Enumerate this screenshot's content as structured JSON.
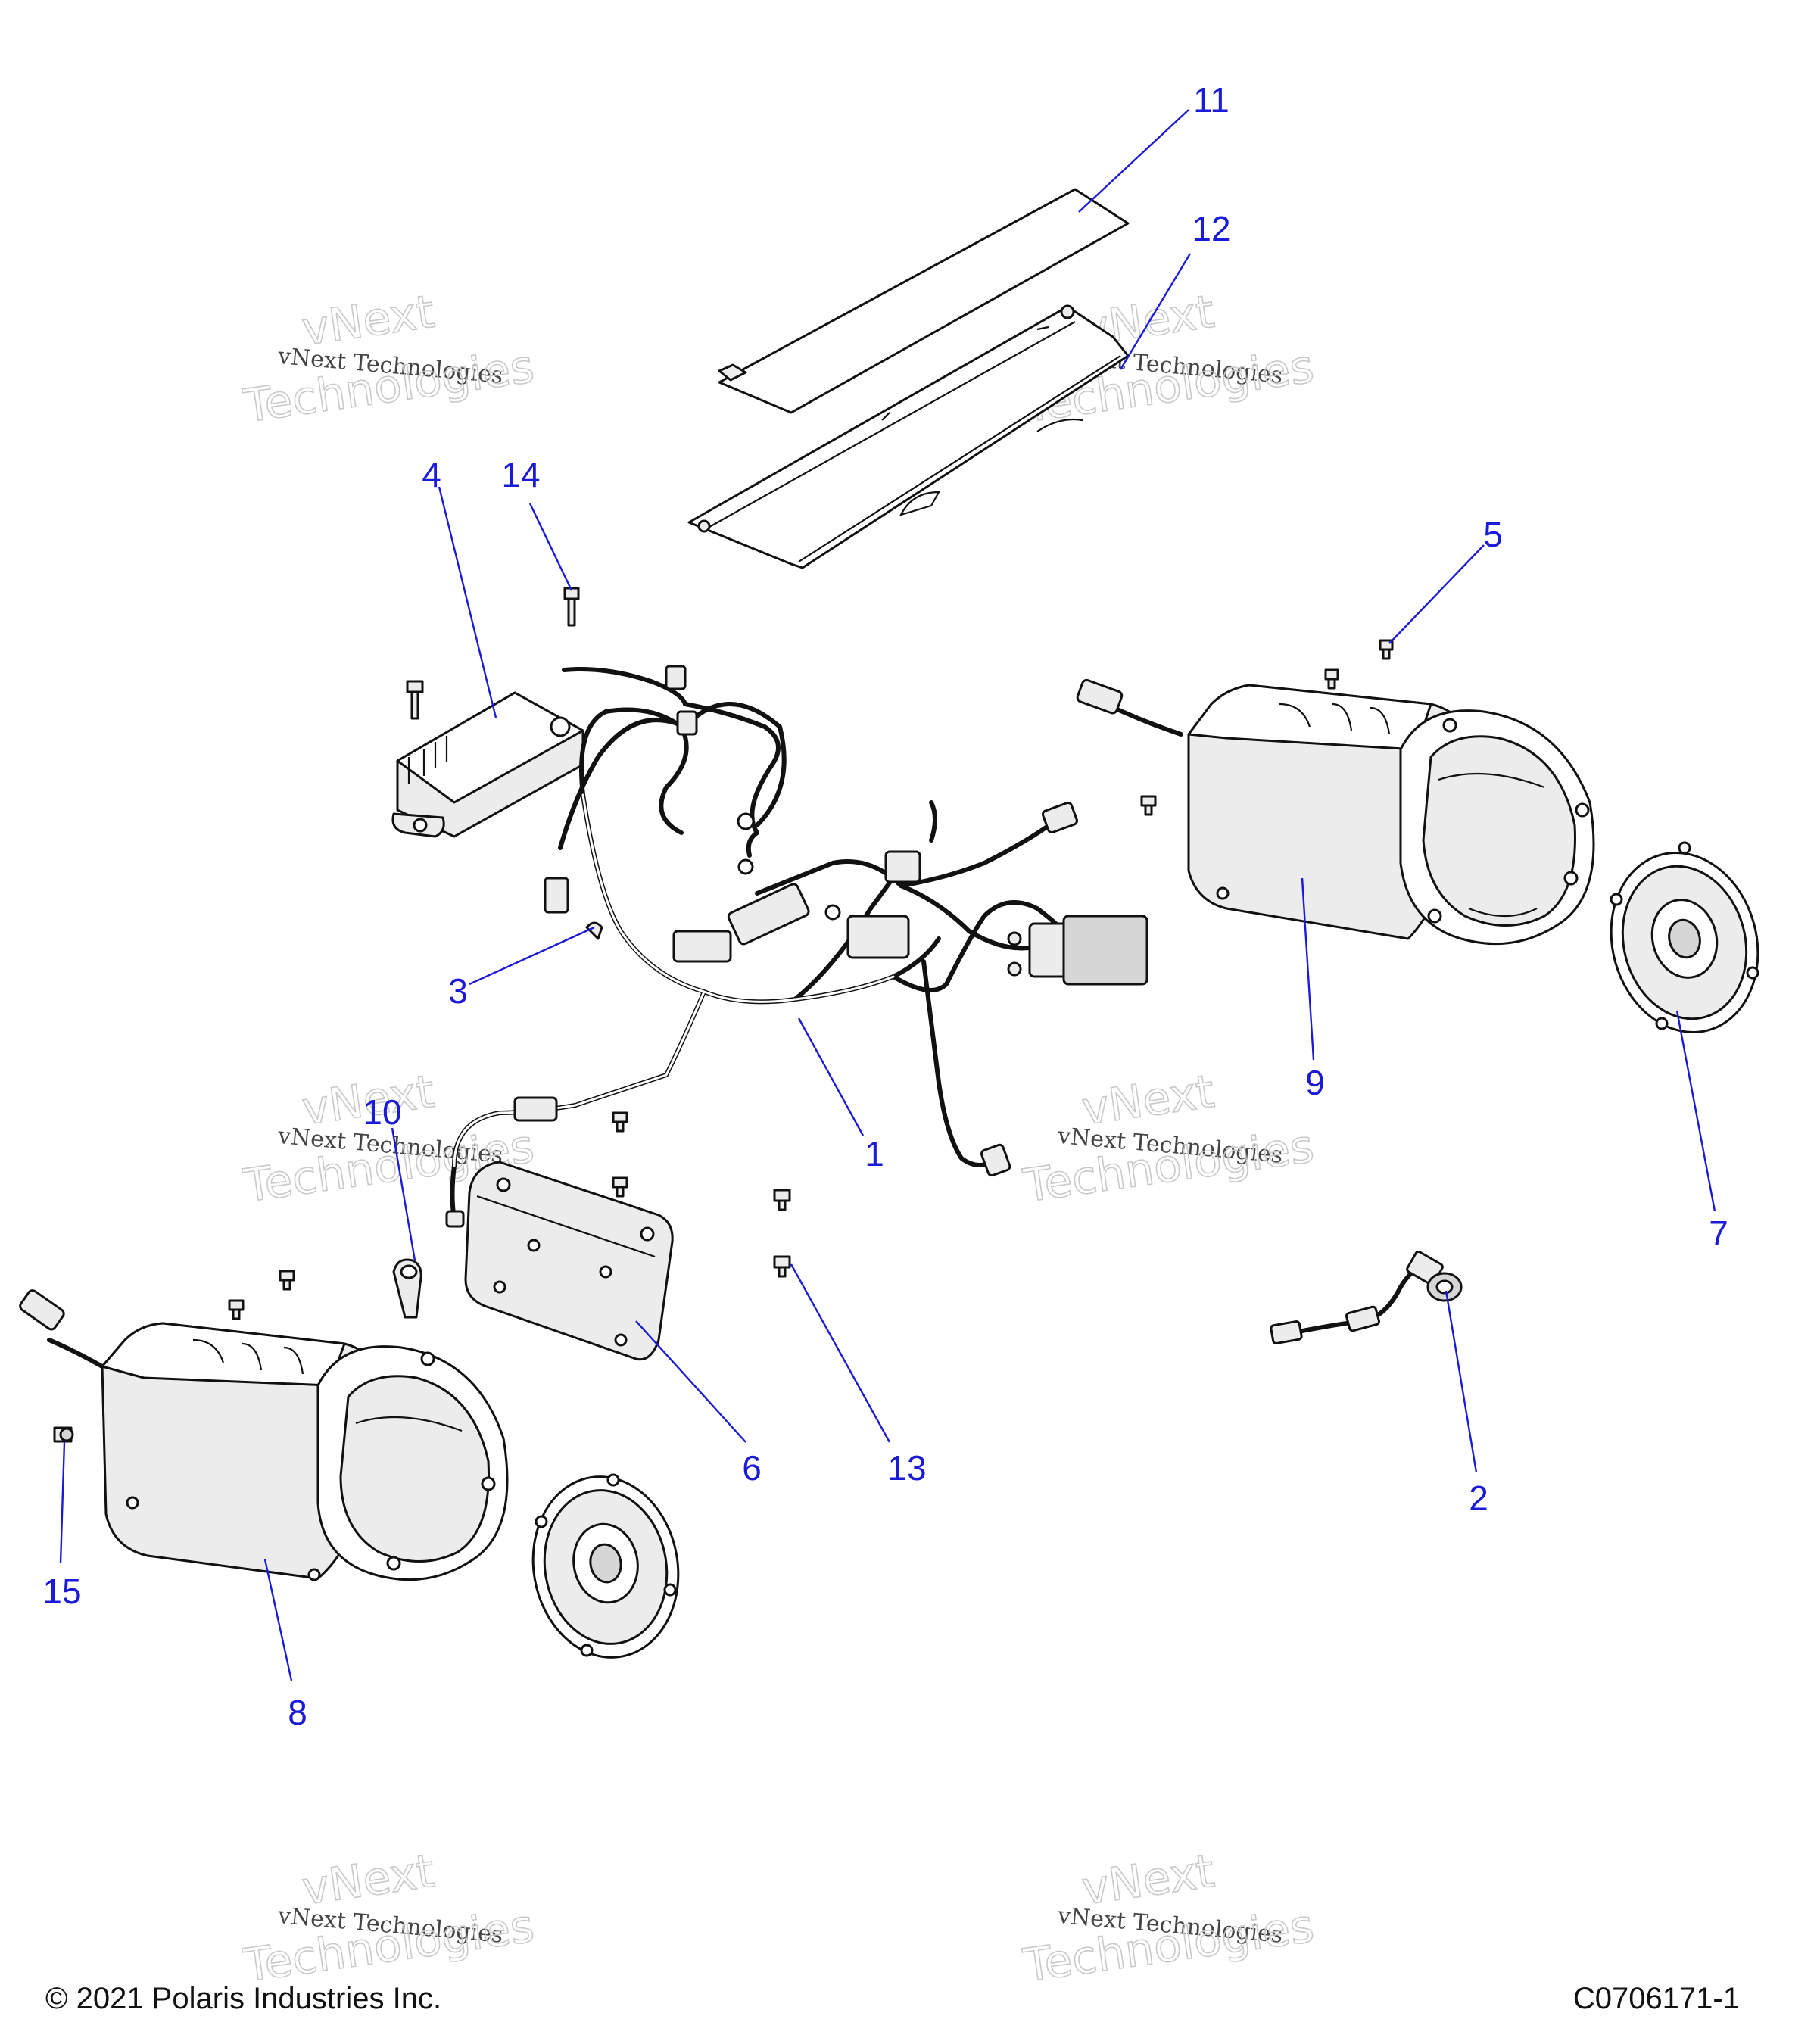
{
  "callouts": [
    {
      "id": "label-1",
      "text": "1"
    },
    {
      "id": "label-2",
      "text": "2"
    },
    {
      "id": "label-3",
      "text": "3"
    },
    {
      "id": "label-4",
      "text": "4"
    },
    {
      "id": "label-5",
      "text": "5"
    },
    {
      "id": "label-6",
      "text": "6"
    },
    {
      "id": "label-7",
      "text": "7"
    },
    {
      "id": "label-8",
      "text": "8"
    },
    {
      "id": "label-9",
      "text": "9"
    },
    {
      "id": "label-10",
      "text": "10"
    },
    {
      "id": "label-11",
      "text": "11"
    },
    {
      "id": "label-12",
      "text": "12"
    },
    {
      "id": "label-13",
      "text": "13"
    },
    {
      "id": "label-14",
      "text": "14"
    },
    {
      "id": "label-15",
      "text": "15"
    }
  ],
  "watermark": {
    "line1": "vNext",
    "line2": "vNext Technologies",
    "line3": "Technologies"
  },
  "footer": {
    "copyright": "© 2021 Polaris Industries Inc.",
    "figure_code": "C0706171-1"
  },
  "colors": {
    "callout": "#1a1ad8",
    "line_art": "#111111",
    "shading": "#ececec"
  }
}
